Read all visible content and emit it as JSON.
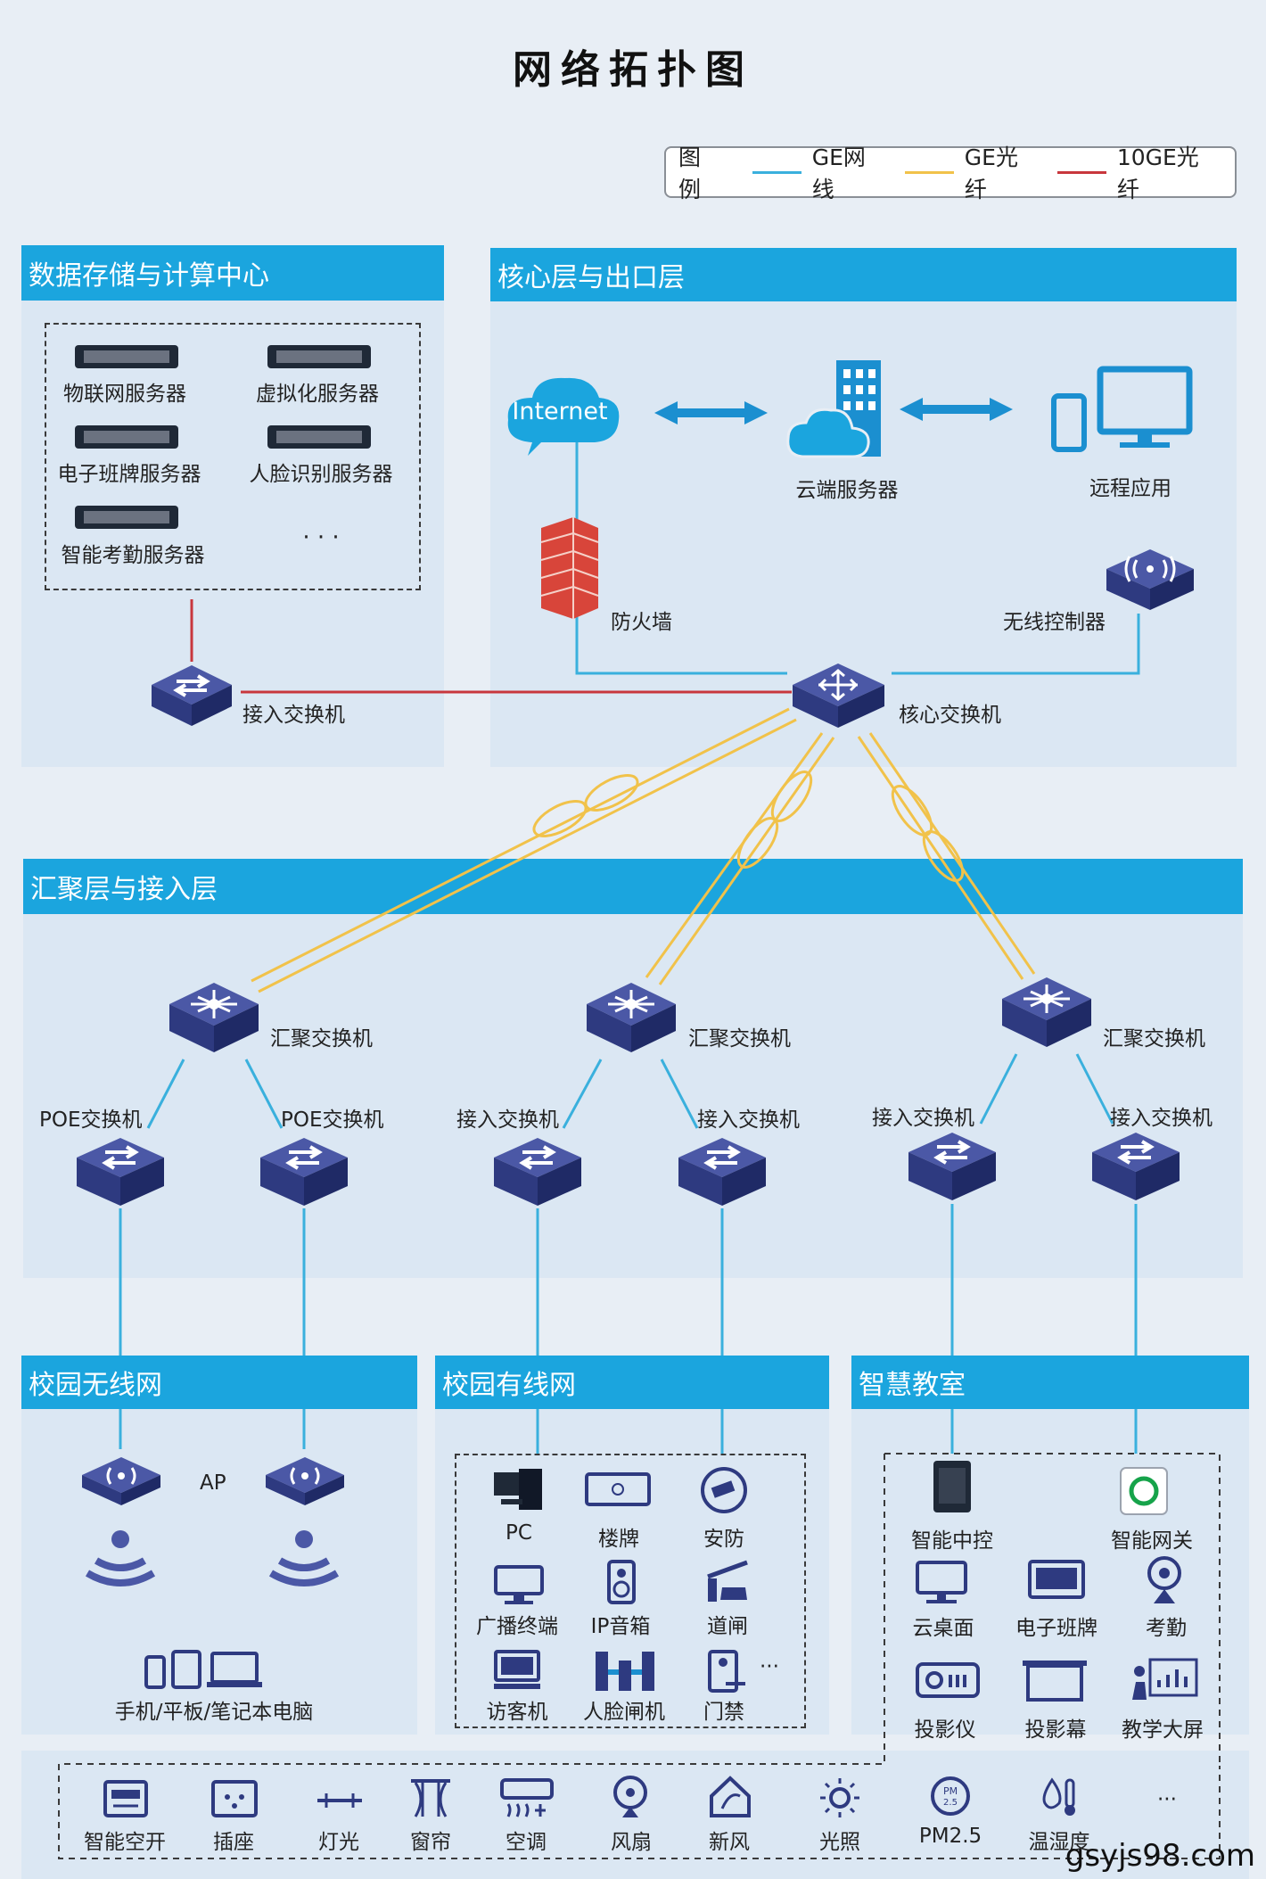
{
  "title": "网络拓扑图",
  "legend": {
    "title": "图例",
    "items": [
      {
        "label": "GE网线",
        "color": "#3ab0dd"
      },
      {
        "label": "GE光纤",
        "color": "#f1c24a"
      },
      {
        "label": "10GE光纤",
        "color": "#c8373d"
      }
    ]
  },
  "sections": {
    "datacenter": "数据存储与计算中心",
    "core": "核心层与出口层",
    "aggregation": "汇聚层与接入层",
    "wireless": "校园无线网",
    "wired": "校园有线网",
    "classroom": "智慧教室"
  },
  "servers": [
    "物联网服务器",
    "虚拟化服务器",
    "电子班牌服务器",
    "人脸识别服务器",
    "智能考勤服务器",
    "· · ·"
  ],
  "datacenter_switch": "接入交换机",
  "core_nodes": {
    "internet": "Internet",
    "cloud": "云端服务器",
    "remote": "远程应用",
    "firewall": "防火墙",
    "wireless_controller": "无线控制器",
    "core_switch": "核心交换机"
  },
  "agg_switches": [
    "汇聚交换机",
    "汇聚交换机",
    "汇聚交换机"
  ],
  "access_switches": [
    "POE交换机",
    "POE交换机",
    "接入交换机",
    "接入交换机",
    "接入交换机",
    "接入交换机"
  ],
  "wireless": {
    "ap": "AP",
    "devices": "手机/平板/笔记本电脑"
  },
  "wired_items": [
    "PC",
    "楼牌",
    "安防",
    "广播终端",
    "IP音箱",
    "道闸",
    "访客机",
    "人脸闸机",
    "门禁",
    "···"
  ],
  "classroom_items": [
    "智能中控",
    "智能网关",
    "云桌面",
    "电子班牌",
    "考勤",
    "投影仪",
    "投影幕",
    "教学大屏"
  ],
  "iot_items": [
    "智能空开",
    "插座",
    "灯光",
    "窗帘",
    "空调",
    "风扇",
    "新风",
    "光照",
    "PM2.5",
    "温湿度",
    "···"
  ],
  "watermark": "gsyjs98.com"
}
